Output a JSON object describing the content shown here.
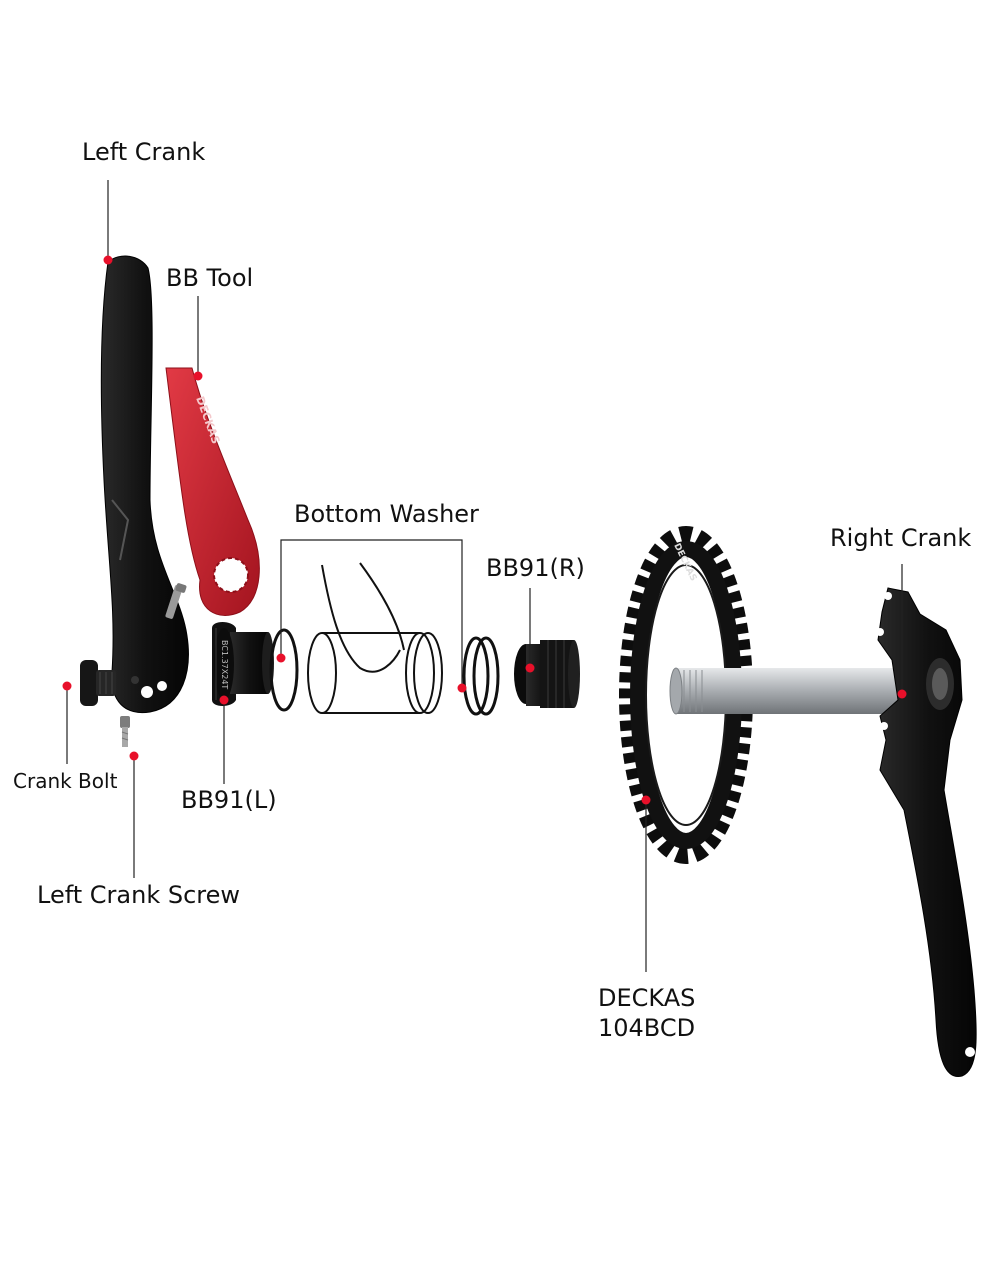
{
  "labels": {
    "left_crank": "Left Crank",
    "bb_tool": "BB Tool",
    "bottom_washer": "Bottom Washer",
    "bb91_r": "BB91(R)",
    "right_crank": "Right Crank",
    "crank_bolt": "Crank Bolt",
    "bb91_l": "BB91(L)",
    "left_crank_screw": "Left Crank Screw",
    "deckas_line1": "DECKAS",
    "deckas_line2": "104BCD"
  },
  "markings": {
    "brand": "DECKAS",
    "cup_text": "BC1.37X24T"
  },
  "colors": {
    "background": "#ffffff",
    "marker": "#e8102a",
    "leader_line": "#222222",
    "part_black": "#141414",
    "tool_red": "#c7202e",
    "spindle_silver": "#b9bcc0"
  }
}
